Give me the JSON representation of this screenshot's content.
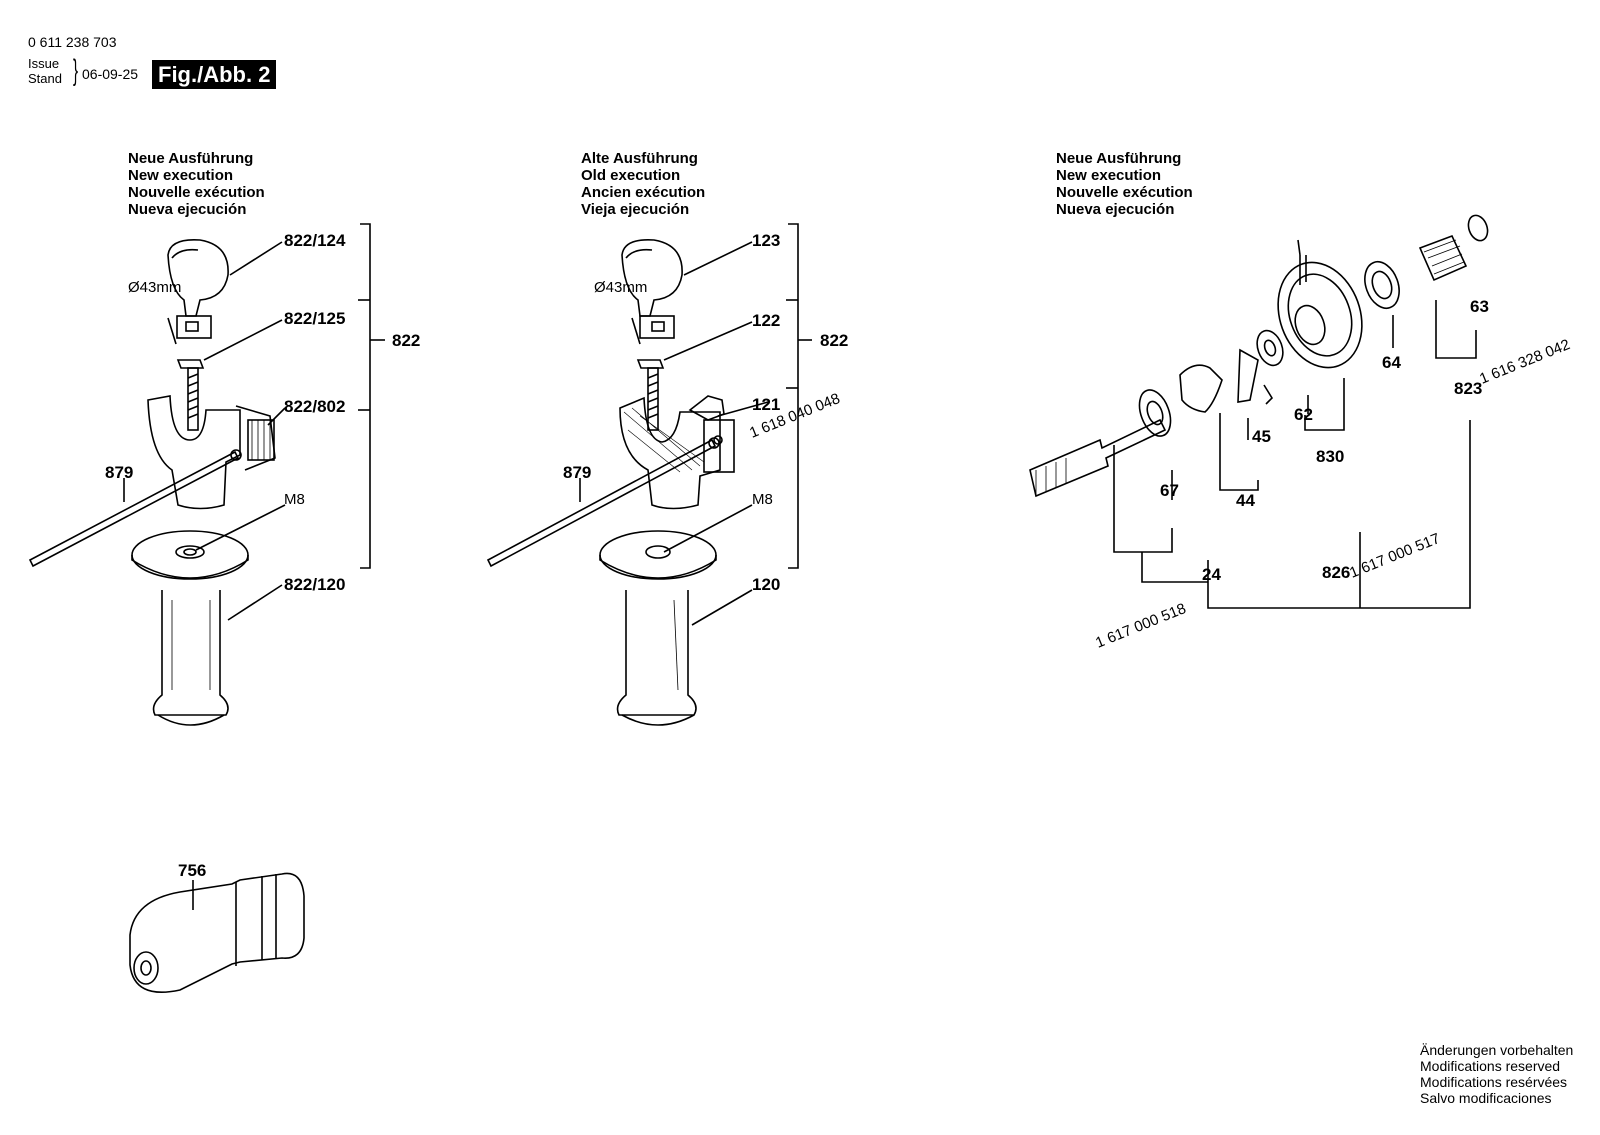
{
  "header": {
    "part_number": "0 611 238 703",
    "issue_label": "Issue",
    "stand_label": "Stand",
    "date": "06-09-25",
    "figure": "Fig./Abb. 2"
  },
  "sections": {
    "left": [
      "Neue Ausführung",
      "New execution",
      "Nouvelle exécution",
      "Nueva ejecución"
    ],
    "middle": [
      "Alte Ausführung",
      "Old execution",
      "Ancien exécution",
      "Vieja ejecución"
    ],
    "right": [
      "Neue Ausführung",
      "New execution",
      "Nouvelle exécution",
      "Nueva ejecución"
    ]
  },
  "labels": {
    "l_822_124": "822/124",
    "l_822_125": "822/125",
    "l_822_802": "822/802",
    "l_822_120": "822/120",
    "l_822a": "822",
    "l_879a": "879",
    "l_d43a": "Ø43mm",
    "l_m8a": "M8",
    "m_123": "123",
    "m_122": "122",
    "m_121": "121",
    "m_120": "120",
    "m_822": "822",
    "m_879": "879",
    "m_d43": "Ø43mm",
    "m_m8": "M8",
    "m_pn": "1 618 040 048",
    "r_63": "63",
    "r_64": "64",
    "r_62": "62",
    "r_830": "830",
    "r_45": "45",
    "r_44": "44",
    "r_67": "67",
    "r_24": "24",
    "r_823": "823",
    "r_826": "826",
    "r_pn1": "1 616 328 042",
    "r_pn2": "1 617 000 517",
    "r_pn3": "1 617 000 518",
    "b_756": "756"
  },
  "footer": [
    "Änderungen vorbehalten",
    "Modifications reserved",
    "Modifications resérvées",
    "Salvo modificaciones"
  ]
}
